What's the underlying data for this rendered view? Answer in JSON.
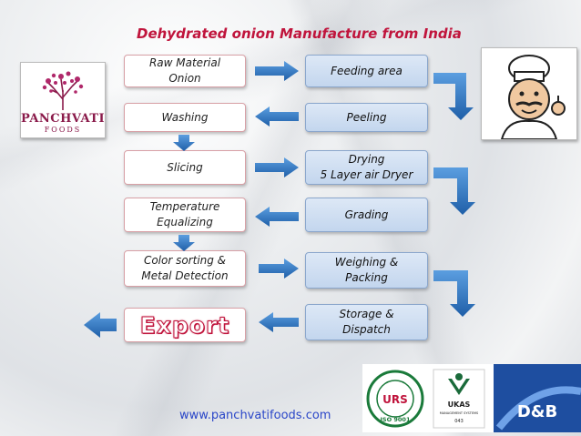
{
  "title": "Dehydrated onion Manufacture  from India",
  "left_steps": [
    {
      "lines": [
        "Raw Material",
        "Onion"
      ]
    },
    {
      "lines": [
        "Washing"
      ]
    },
    {
      "lines": [
        "Slicing"
      ]
    },
    {
      "lines": [
        "Temperature",
        "Equalizing"
      ]
    },
    {
      "lines": [
        "Color sorting &",
        "Metal Detection"
      ]
    }
  ],
  "right_steps": [
    {
      "lines": [
        "Feeding area"
      ]
    },
    {
      "lines": [
        "Peeling"
      ]
    },
    {
      "lines": [
        "Drying",
        "5 Layer air Dryer"
      ]
    },
    {
      "lines": [
        "Grading"
      ]
    },
    {
      "lines": [
        "Weighing &",
        "Packing"
      ]
    },
    {
      "lines": [
        "Storage &",
        "Dispatch"
      ]
    }
  ],
  "export_label": "Export",
  "logo": {
    "brand": "PANCHVATI",
    "sub": "FOODS"
  },
  "certs": {
    "urs": "URS",
    "iso": "ISO 9001",
    "ukas": "UKAS",
    "ukas_sub": "MANAGEMENT SYSTEMS",
    "ukas_num": "043",
    "dnb": "D&B"
  },
  "website": "www.panchvatifoods.com",
  "colors": {
    "title": "#c0143c",
    "arrow": "#2f78c4",
    "box_border": "#d8a0a6",
    "blue_box": "#c3d6ee",
    "link": "#2a46c8"
  }
}
